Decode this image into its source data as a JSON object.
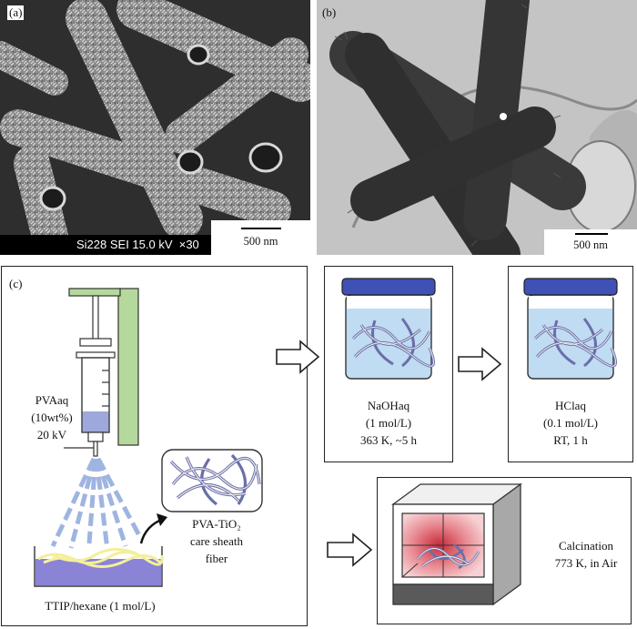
{
  "panel_a": {
    "label": "(a)",
    "info_bar": "Si228 SEI 15.0 kV  ×30",
    "scale_label": "500 nm"
  },
  "panel_b": {
    "label": "(b)",
    "scale_label": "500 nm"
  },
  "panel_c": {
    "label": "(c)",
    "pva_line1": "PVAaq",
    "pva_line2": "(10wt%)",
    "voltage": "20 kV",
    "fiber_label_line1": "PVA-TiO₂",
    "fiber_label_line2": "care sheath",
    "fiber_label_line3": "fiber",
    "bath_label": "TTIP/hexane (1 mol/L)",
    "naoh": {
      "line1": "NaOHaq",
      "line2": "(1 mol/L)",
      "line3": "363 K, ~5 h"
    },
    "hcl": {
      "line1": "HClaq",
      "line2": "(0.1 mol/L)",
      "line3": "RT, 1 h"
    },
    "calcination": {
      "line1": "Calcination",
      "line2": "773 K, in Air"
    }
  },
  "colors": {
    "syringe_frame": "#b5d99c",
    "pva_solution": "#9fa8da",
    "jar_liquid": "#bfdcf2",
    "jar_lid": "#3f51b5",
    "spray": "#9fb4e0",
    "bath": "#8a83d6",
    "fiber_yellow": "#f3ef9a",
    "furnace_red": "#c62a3a"
  }
}
